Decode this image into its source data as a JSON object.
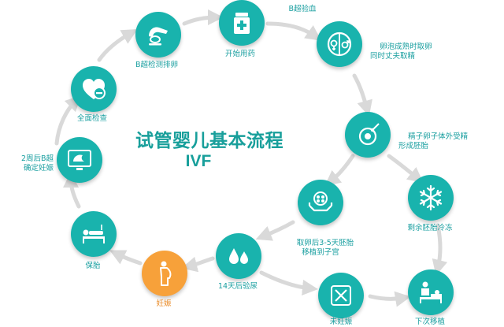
{
  "title": "试管婴儿基本流程",
  "subtitle": "IVF",
  "colors": {
    "teal": "#19b3ad",
    "orange": "#f7a13a",
    "arrow": "#d9d9d9",
    "label": "#1a9fa0"
  },
  "steps": [
    {
      "id": "overall-check",
      "label": "全面检查",
      "icon": "heart-minus-icon"
    },
    {
      "id": "b-ultrasound-ovulation",
      "label": "B超检测排卵",
      "icon": "ultrasound-probe-icon"
    },
    {
      "id": "start-medication",
      "label": "开始用药",
      "icon": "medicine-bottle-icon"
    },
    {
      "id": "b-ultrasound-blood-test",
      "label": "B超验血",
      "icon": ""
    },
    {
      "id": "egg-retrieval",
      "label": "卵泡成熟时取卵\n同时丈夫取精",
      "icon": "egg-sperm-icon"
    },
    {
      "id": "fertilization",
      "label": "精子卵子体外受精\n形成胚胎",
      "icon": "fertilization-icon"
    },
    {
      "id": "embryo-transfer",
      "label": "取卵后3-5天胚胎\n移植到子宫",
      "icon": "embryo-hands-icon"
    },
    {
      "id": "freeze-embryo",
      "label": "剩余胚胎冷冻",
      "icon": "snowflake-icon"
    },
    {
      "id": "urine-test",
      "label": "14天后验尿",
      "icon": "drops-icon"
    },
    {
      "id": "not-pregnant",
      "label": "未妊娠",
      "icon": "not-pregnant-icon"
    },
    {
      "id": "next-transfer",
      "label": "下次移植",
      "icon": "doctor-patient-icon"
    },
    {
      "id": "pregnancy",
      "label": "妊娠",
      "icon": "pregnant-woman-icon"
    },
    {
      "id": "protect-fetus",
      "label": "保胎",
      "icon": "lying-patient-icon"
    },
    {
      "id": "confirm-pregnancy",
      "label": "2周后B超\n确定妊娠",
      "icon": "ultrasound-monitor-icon"
    }
  ]
}
